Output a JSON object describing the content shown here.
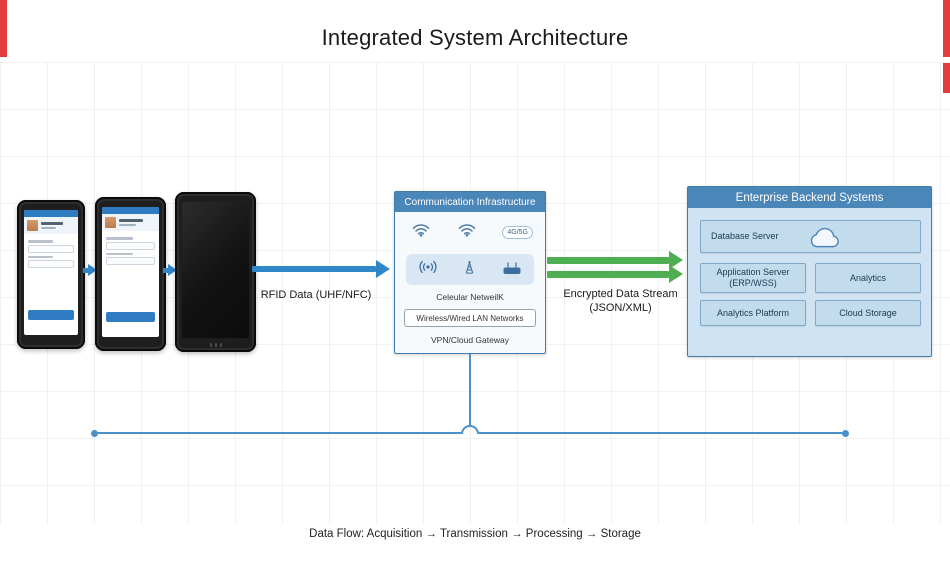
{
  "title": "Integrated System Architecture",
  "flow": {
    "rfid_label": "RFID Data (UHF/NFC)",
    "encrypted_line1": "Encrypted Data Stream",
    "encrypted_line2": "(JSON/XML)"
  },
  "communication": {
    "title": "Communication Infrastructure",
    "badge_4g5g": "4G/5G",
    "cellular_label": "Celeular NetweilK",
    "lan_label": "Wireless/Wired LAN Networks",
    "vpn_label": "VPN/Cloud Gateway"
  },
  "enterprise": {
    "title": "Enterprise Backend Systems",
    "database_server": "Database Server",
    "application_server_line1": "Application Server",
    "application_server_line2": "(ERP/WSS)",
    "analytics": "Analytics",
    "analytics_platform": "Analytics Platform",
    "cloud_storage": "Cloud Storage"
  },
  "footer": "Data Flow: Acquisition → Transmission → Processing → Storage",
  "colors": {
    "header_blue": "#4a86b8",
    "arrow_blue": "#2f86c8",
    "arrow_green": "#4daf51",
    "accent_red": "#e23c3c"
  }
}
